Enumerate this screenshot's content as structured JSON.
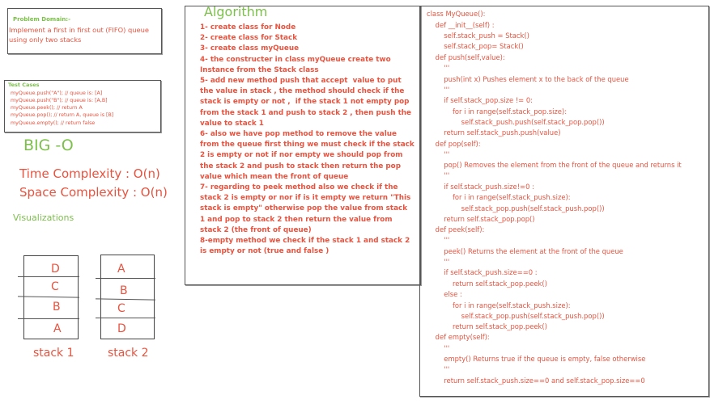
{
  "problem_domain": {
    "heading": "Problem Domain:-",
    "text": "Implement a first in first out (FIFO) queue using only two stacks"
  },
  "test_cases": {
    "heading": "Test Cases",
    "lines": [
      "myQueue.push(\"A\"); // queue is: [A]",
      "myQueue.push(\"B\"); // queue is: [A,B]",
      "myQueue.peek(); // return A",
      "myQueue.pop(); // return A, queue is [B]",
      "myQueue.empty(); // return false"
    ]
  },
  "big_o": {
    "title": "BIG -O",
    "time": "Time Complexity : O(n)",
    "space": "Space Complexity : O(n)"
  },
  "visualizations": {
    "title": "Visualizations",
    "stack1": {
      "label": "stack 1",
      "items": [
        "D",
        "C",
        "B",
        "A"
      ]
    },
    "stack2": {
      "label": "stack 2",
      "items": [
        "A",
        "B",
        "C",
        "D"
      ]
    }
  },
  "algorithm": {
    "title": "Algorithm",
    "steps": "1- create class for Node\n2- create class for Stack\n3- create class myQueue\n4- the constructer in class myQueue create two Instance from the Stack class\n5- add new method push that accept  value to put the value in stack , the method should check if the stack is empty or not ,  if the stack 1 not empty pop from the stack 1 and push to stack 2 , then push the value to stack 1\n6- also we have pop method to remove the value from the queue first thing we must check if the stack 2 is empty or not if nor empty we should pop from the stack 2 and push to stack then return the pop value which mean the front of queue\n7- regarding to peek method also we check if the stack 2 is empty or nor if is it empty we return \"This stack is empty\" otherwise pop the value from stack 1 and pop to stack 2 then return the value from stack 2 (the front of queue)\n8-empty method we check if the stack 1 and stack 2 is empty or not (true and false )"
  },
  "code": {
    "lines": [
      "class MyQueue():",
      "    def __init__(self) :",
      "        self.stack_push = Stack()",
      "        self.stack_pop= Stack()",
      "    def push(self,value):",
      "        '''",
      "        push(int x) Pushes element x to the back of the queue",
      "        '''",
      "        if self.stack_pop.size != 0:",
      "            for i in range(self.stack_pop.size):",
      "                self.stack_push.push(self.stack_pop.pop())",
      "        return self.stack_push.push(value)",
      "    def pop(self):",
      "        '''",
      "        pop() Removes the element from the front of the queue and returns it",
      "        '''",
      "        if self.stack_push.size!=0 :",
      "            for i in range(self.stack_push.size):",
      "                self.stack_pop.push(self.stack_push.pop())",
      "        return self.stack_pop.pop()",
      "    def peek(self):",
      "        '''",
      "        peek() Returns the element at the front of the queue",
      "        '''",
      "        if self.stack_push.size==0 :",
      "            return self.stack_pop.peek()",
      "        else :",
      "            for i in range(self.stack_push.size):",
      "                self.stack_pop.push(self.stack_push.pop())",
      "            return self.stack_pop.peek()",
      "    def empty(self):",
      "        '''",
      "        empty() Returns true if the queue is empty, false otherwise",
      "        '''",
      "        return self.stack_push.size==0 and self.stack_pop.size==0"
    ]
  }
}
